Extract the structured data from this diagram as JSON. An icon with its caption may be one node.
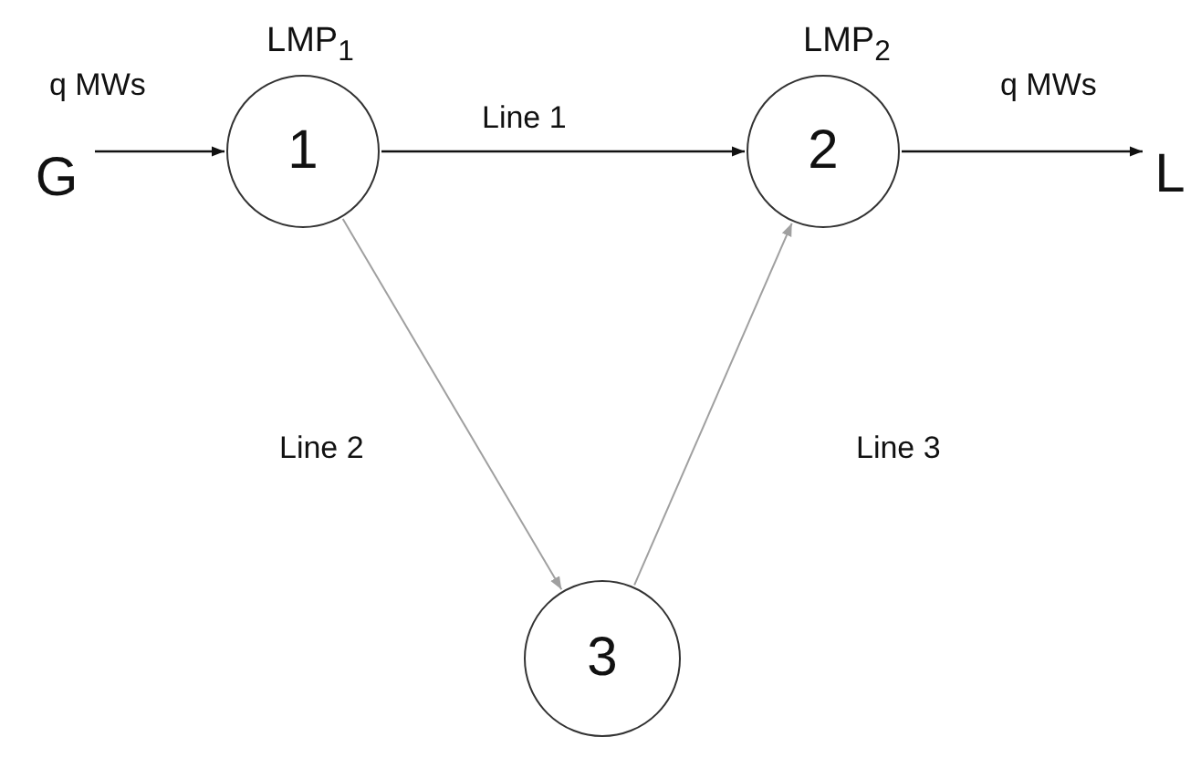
{
  "diagram": {
    "nodes": [
      {
        "text": [
          "G"
        ]
      },
      {
        "text": [
          "1"
        ],
        "beside": [
          "LMP$_{1}$"
        ]
      },
      {
        "text": [
          "2"
        ],
        "beside": [
          "LMP$_{2}$"
        ]
      },
      {
        "text": [
          "L"
        ]
      },
      {
        "text": [
          "3"
        ]
      }
    ],
    "edges": [
      {
        "from": 0,
        "to": 1,
        "arrow": "to",
        "label": "q MWs"
      },
      {
        "from": 1,
        "to": 2,
        "arrow": "to",
        "label": "Line 1"
      },
      {
        "from": 2,
        "to": 3,
        "arrow": "to",
        "label": "q MWs"
      },
      {
        "from": 1,
        "to": 4,
        "arrow": "to",
        "label": "Line 2",
        "color": "#a0a0a0"
      },
      {
        "from": 4,
        "to": 2,
        "arrow": "to",
        "label": "Line 3",
        "color": "#a0a0a0"
      }
    ]
  }
}
